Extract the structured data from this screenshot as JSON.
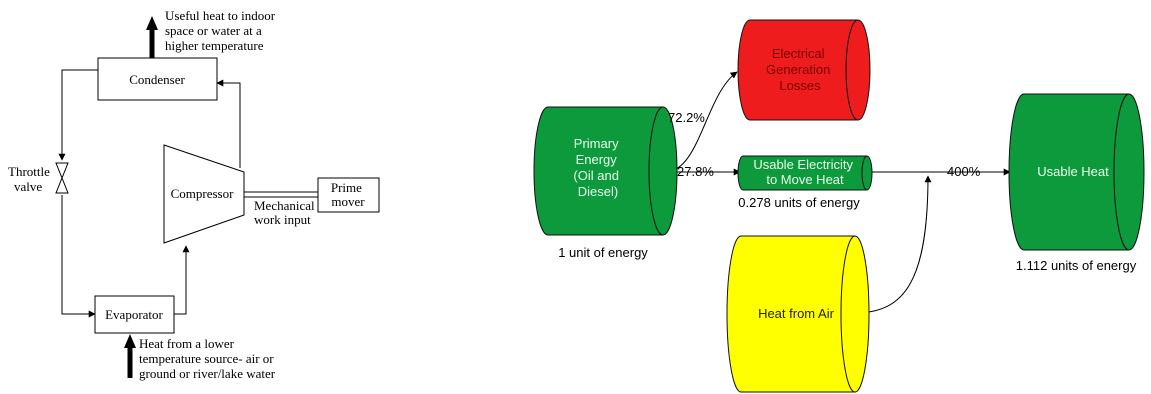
{
  "heat_pump_cycle": {
    "condenser": "Condenser",
    "compressor": "Compressor",
    "evaporator": "Evaporator",
    "prime_mover": [
      "Prime",
      "mover"
    ],
    "throttle_valve": [
      "Throttle",
      "valve"
    ],
    "mechanical_work": [
      "Mechanical",
      "work input"
    ],
    "useful_heat": [
      "Useful heat to indoor",
      "space or water at a",
      "higher temperature"
    ],
    "heat_source": [
      "Heat from a lower",
      "temperature source- air or",
      "ground  or river/lake water"
    ]
  },
  "energy_flow": {
    "primary_energy": [
      "Primary",
      "Energy",
      "(Oil and",
      "Diesel)"
    ],
    "primary_caption": "1 unit of energy",
    "losses": [
      "Electrical",
      "Generation",
      "Losses"
    ],
    "losses_pct": "72.2%",
    "usable_pct": "27.8%",
    "usable_electricity": [
      "Usable Electricity",
      "to Move Heat"
    ],
    "usable_caption": "0.278 units of energy",
    "heat_from_air": "Heat from Air",
    "output_pct": "400%",
    "usable_heat": "Usable Heat",
    "usable_heat_caption": "1.112 units of energy",
    "colors": {
      "green": "#0c9a3c",
      "red": "#ee1c1c",
      "yellow": "#ffff00"
    }
  }
}
